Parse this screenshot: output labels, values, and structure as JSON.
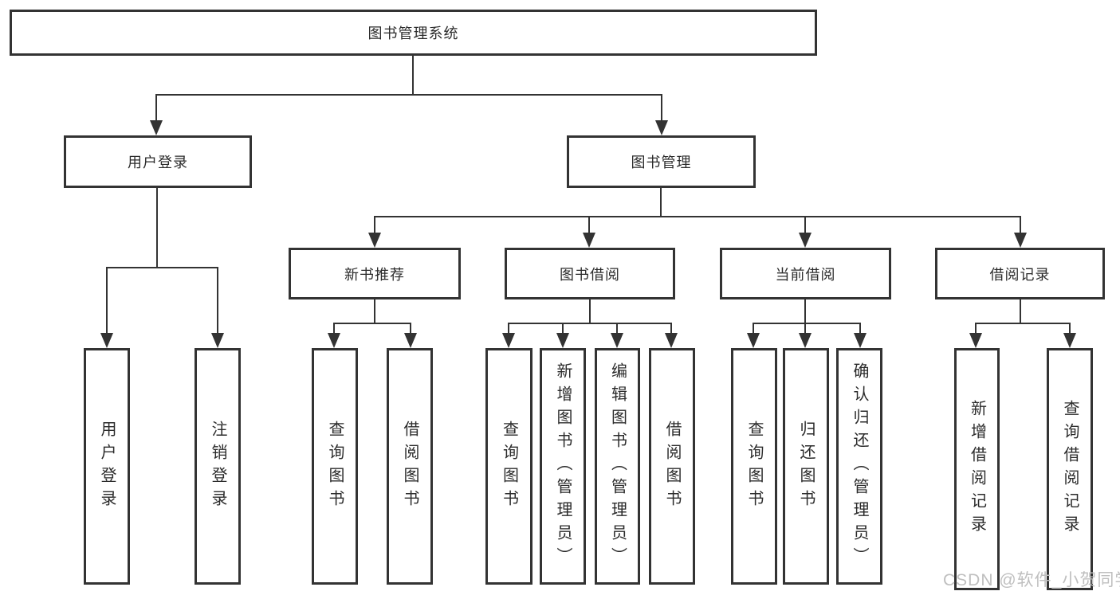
{
  "colors": {
    "line": "#333333",
    "box_border": "#333333",
    "text": "#2b2b2b",
    "watermark": "#bfbfbf",
    "background": "#ffffff"
  },
  "tree": {
    "root_label": "图书管理系统",
    "user_login": {
      "label": "用户登录",
      "leaves": [
        "用户登录",
        "注销登录"
      ]
    },
    "book_management": {
      "label": "图书管理",
      "groups": [
        {
          "label": "新书推荐",
          "leaves": [
            "查询图书",
            "借阅图书"
          ]
        },
        {
          "label": "图书借阅",
          "leaves": [
            "查询图书",
            "新增图书（管理员）",
            "编辑图书（管理员）",
            "借阅图书"
          ]
        },
        {
          "label": "当前借阅",
          "leaves": [
            "查询图书",
            "归还图书",
            "确认归还（管理员）"
          ]
        },
        {
          "label": "借阅记录",
          "leaves": [
            "新增借阅记录",
            "查询借阅记录"
          ]
        }
      ]
    }
  },
  "watermark": "CSDN @软件_小贺同学"
}
